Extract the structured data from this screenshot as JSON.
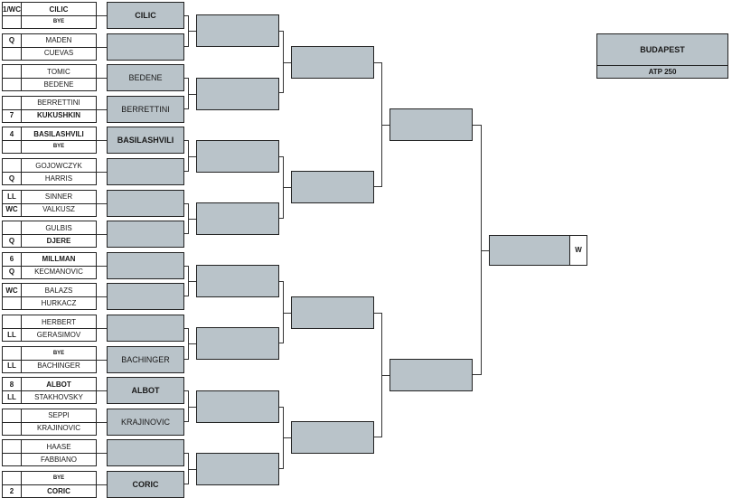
{
  "tournament": {
    "name": "BUDAPEST",
    "category": "ATP 250"
  },
  "winner_label": "W",
  "first_round": [
    {
      "p1": {
        "seed": "1/WC",
        "name": "CILIC",
        "bold": true
      },
      "p2": {
        "seed": "",
        "name": "BYE",
        "bye": true
      }
    },
    {
      "p1": {
        "seed": "Q",
        "name": "MADEN"
      },
      "p2": {
        "seed": "",
        "name": "CUEVAS"
      }
    },
    {
      "p1": {
        "seed": "",
        "name": "TOMIC"
      },
      "p2": {
        "seed": "",
        "name": "BEDENE"
      }
    },
    {
      "p1": {
        "seed": "",
        "name": "BERRETTINI"
      },
      "p2": {
        "seed": "7",
        "name": "KUKUSHKIN",
        "bold": true
      }
    },
    {
      "p1": {
        "seed": "4",
        "name": "BASILASHVILI",
        "bold": true
      },
      "p2": {
        "seed": "",
        "name": "BYE",
        "bye": true
      }
    },
    {
      "p1": {
        "seed": "",
        "name": "GOJOWCZYK"
      },
      "p2": {
        "seed": "Q",
        "name": "HARRIS"
      }
    },
    {
      "p1": {
        "seed": "LL",
        "name": "SINNER"
      },
      "p2": {
        "seed": "WC",
        "name": "VALKUSZ"
      }
    },
    {
      "p1": {
        "seed": "",
        "name": "GULBIS"
      },
      "p2": {
        "seed": "Q",
        "name": "DJERE",
        "bold": true
      }
    },
    {
      "p1": {
        "seed": "6",
        "name": "MILLMAN",
        "bold": true
      },
      "p2": {
        "seed": "Q",
        "name": "KECMANOVIC"
      }
    },
    {
      "p1": {
        "seed": "WC",
        "name": "BALAZS"
      },
      "p2": {
        "seed": "",
        "name": "HURKACZ"
      }
    },
    {
      "p1": {
        "seed": "",
        "name": "HERBERT"
      },
      "p2": {
        "seed": "LL",
        "name": "GERASIMOV"
      }
    },
    {
      "p1": {
        "seed": "",
        "name": "BYE",
        "bye": true
      },
      "p2": {
        "seed": "LL",
        "name": "BACHINGER"
      }
    },
    {
      "p1": {
        "seed": "8",
        "name": "ALBOT",
        "bold": true
      },
      "p2": {
        "seed": "LL",
        "name": "STAKHOVSKY"
      }
    },
    {
      "p1": {
        "seed": "",
        "name": "SEPPI"
      },
      "p2": {
        "seed": "",
        "name": "KRAJINOVIC"
      }
    },
    {
      "p1": {
        "seed": "",
        "name": "HAASE"
      },
      "p2": {
        "seed": "",
        "name": "FABBIANO"
      }
    },
    {
      "p1": {
        "seed": "",
        "name": "BYE",
        "bye": true
      },
      "p2": {
        "seed": "2",
        "name": "CORIC",
        "bold": true
      }
    }
  ],
  "second_round": [
    {
      "name": "CILIC",
      "bold": true
    },
    {
      "name": ""
    },
    {
      "name": "BEDENE"
    },
    {
      "name": "BERRETTINI"
    },
    {
      "name": "BASILASHVILI",
      "bold": true
    },
    {
      "name": ""
    },
    {
      "name": ""
    },
    {
      "name": ""
    },
    {
      "name": ""
    },
    {
      "name": ""
    },
    {
      "name": ""
    },
    {
      "name": "BACHINGER"
    },
    {
      "name": "ALBOT",
      "bold": true
    },
    {
      "name": "KRAJINOVIC"
    },
    {
      "name": ""
    },
    {
      "name": "CORIC",
      "bold": true
    }
  ],
  "quarterfinals": [
    "",
    "",
    "",
    "",
    "",
    "",
    "",
    ""
  ],
  "semifinals": [
    "",
    "",
    "",
    ""
  ],
  "final": [
    "",
    ""
  ],
  "champion": ""
}
